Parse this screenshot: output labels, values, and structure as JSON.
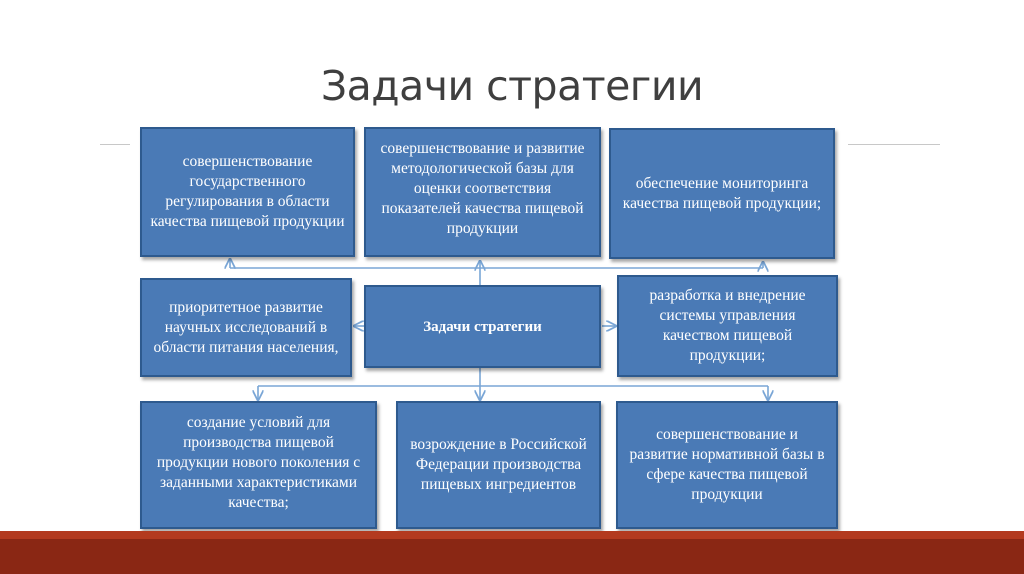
{
  "slide": {
    "title": "Задачи стратегии",
    "center": "Задачи стратегии",
    "tasks": [
      "совершенствование государственного регулирования в области качества пищевой продукции",
      "совершенствование и развитие методологической базы для оценки соответствия показателей качества пищевой продукции",
      "обеспечение мониторинга качества пищевой продукции;",
      "приоритетное развитие научных исследований в области питания населения,",
      "разработка и внедрение системы управления качеством пищевой продукции;",
      "создание условий для производства пищевой продукции нового поколения с заданными характеристиками качества;",
      "возрождение в Российской Федерации производства пищевых ингредиентов",
      "совершенствование и развитие нормативной базы в сфере качества пищевой продукции"
    ]
  },
  "colors": {
    "box_fill": "#4a7ab6",
    "box_border": "#2e5a8e",
    "connector": "#7aa6d6",
    "footer": "#8a2714"
  }
}
